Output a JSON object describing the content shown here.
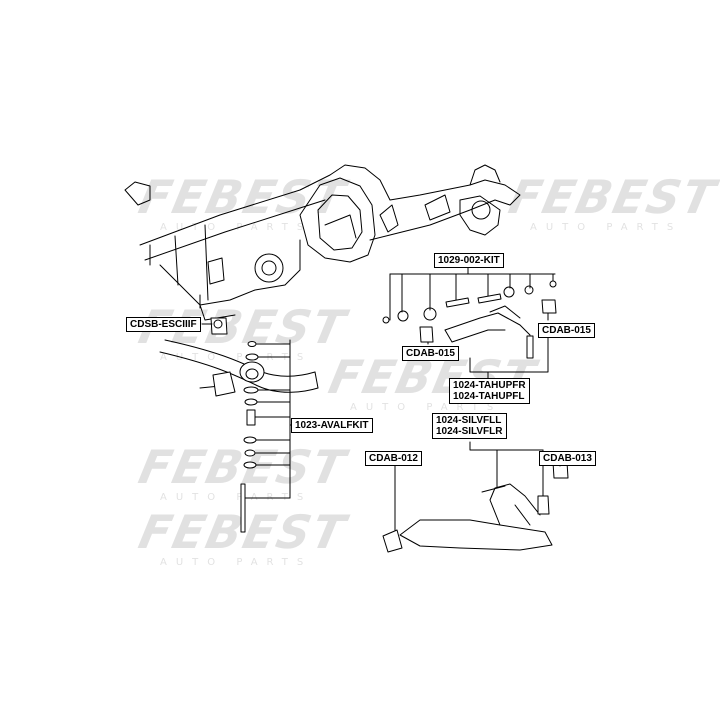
{
  "watermark": {
    "brand": "FEBEST",
    "subtext": "AUTO PARTS"
  },
  "labels": {
    "cdsb": "CDSB-ESCIIIF",
    "kit1023": "1023-AVALFKIT",
    "kit1029": "1029-002-KIT",
    "cdab015_right": "CDAB-015",
    "cdab015_left": "CDAB-015",
    "tahupfr": "1024-TAHUPFR",
    "tahupfl": "1024-TAHUPFL",
    "silvfll": "1024-SILVFLL",
    "silvflr": "1024-SILVFLR",
    "cdab012": "CDAB-012",
    "cdab013": "CDAB-013"
  }
}
